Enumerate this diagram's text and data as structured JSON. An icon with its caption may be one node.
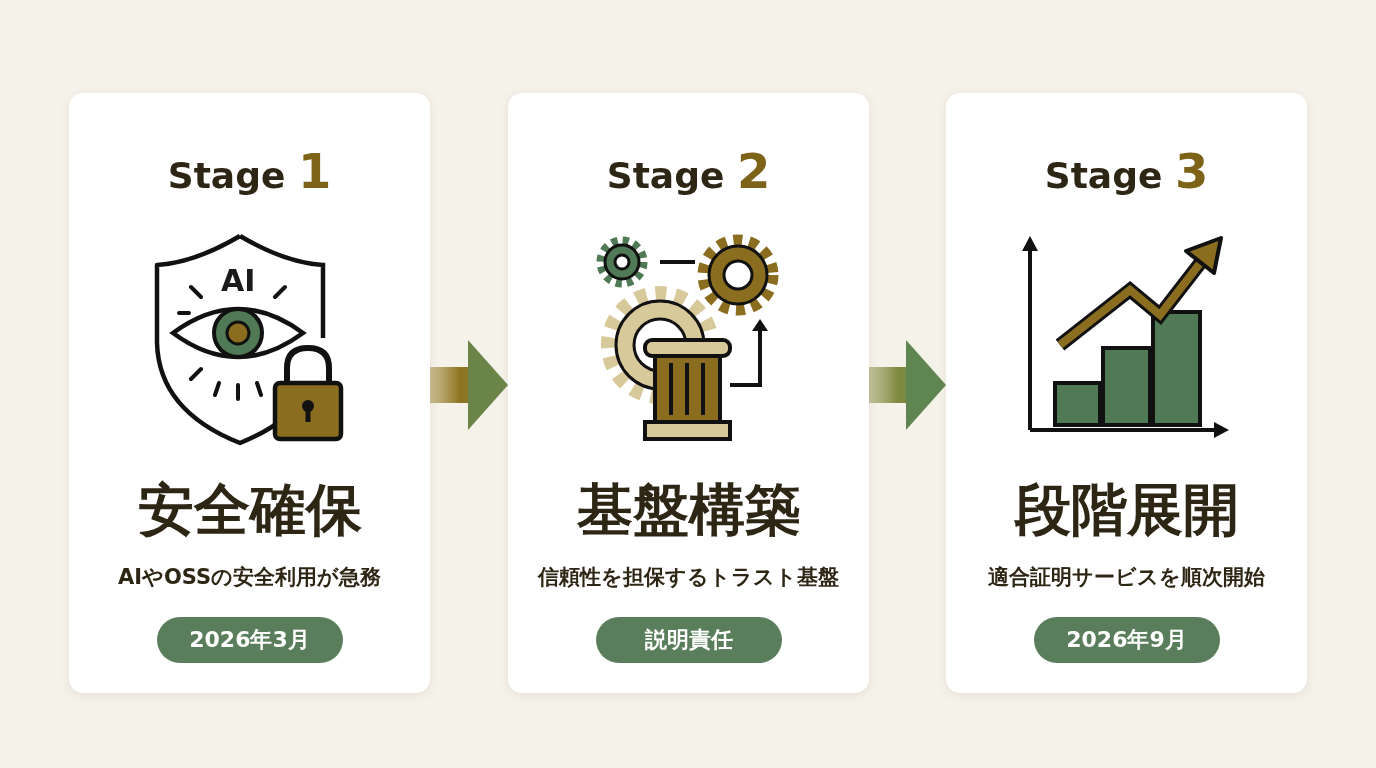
{
  "diagram": {
    "nodes": [
      {
        "text": [
          "Stage **1**",
          "安全確保",
          "AIやOSSの安全利用が急務"
        ]
      },
      {
        "text": [
          "2026年3月"
        ],
        "in": 0
      },
      {
        "text": [
          "Stage **2**",
          "基盤構築",
          "信頼性を担保するトラスト基盤"
        ]
      },
      {
        "text": [
          "説明責任"
        ],
        "in": 2
      },
      {
        "text": [
          "Stage **3**",
          "段階展開",
          "適合証明サービスを順次開始"
        ]
      },
      {
        "text": [
          "2026年9月"
        ],
        "in": 4
      }
    ],
    "edges": [
      {
        "from": 0,
        "to": 2,
        "arrow": "to"
      },
      {
        "from": 2,
        "to": 4,
        "arrow": "to"
      }
    ],
    "labels": [
      "AI"
    ]
  }
}
